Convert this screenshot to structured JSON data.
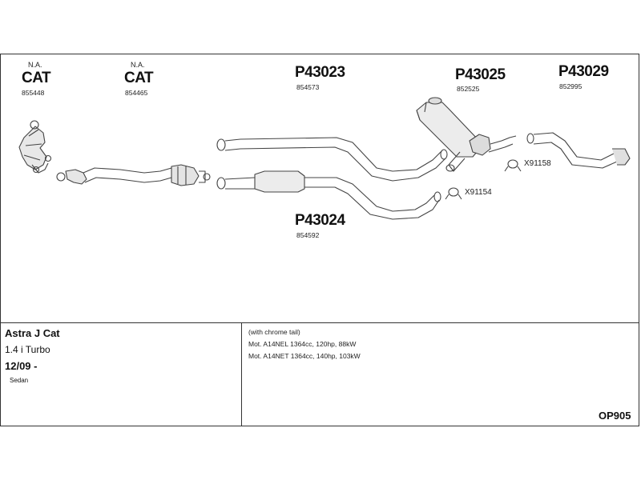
{
  "parts": {
    "cat1": {
      "na": "N.A.",
      "label": "CAT",
      "number": "855448"
    },
    "cat2": {
      "na": "N.A.",
      "label": "CAT",
      "number": "854465"
    },
    "p43023": {
      "label": "P43023",
      "number": "854573"
    },
    "p43025": {
      "label": "P43025",
      "number": "852525"
    },
    "p43029": {
      "label": "P43029",
      "number": "852995"
    },
    "p43024": {
      "label": "P43024",
      "number": "854592"
    }
  },
  "clamps": {
    "x91158": "X91158",
    "x91154": "X91154"
  },
  "vehicle": {
    "model": "Astra J Cat",
    "engine": "1.4 i Turbo",
    "date": "12/09 -",
    "body": "Sedan"
  },
  "notes": {
    "line1": "(with chrome tail)",
    "line2": "Mot. A14NEL 1364cc, 120hp, 88kW",
    "line3": "Mot. A14NET 1364cc, 140hp, 103kW"
  },
  "code": "OP905"
}
